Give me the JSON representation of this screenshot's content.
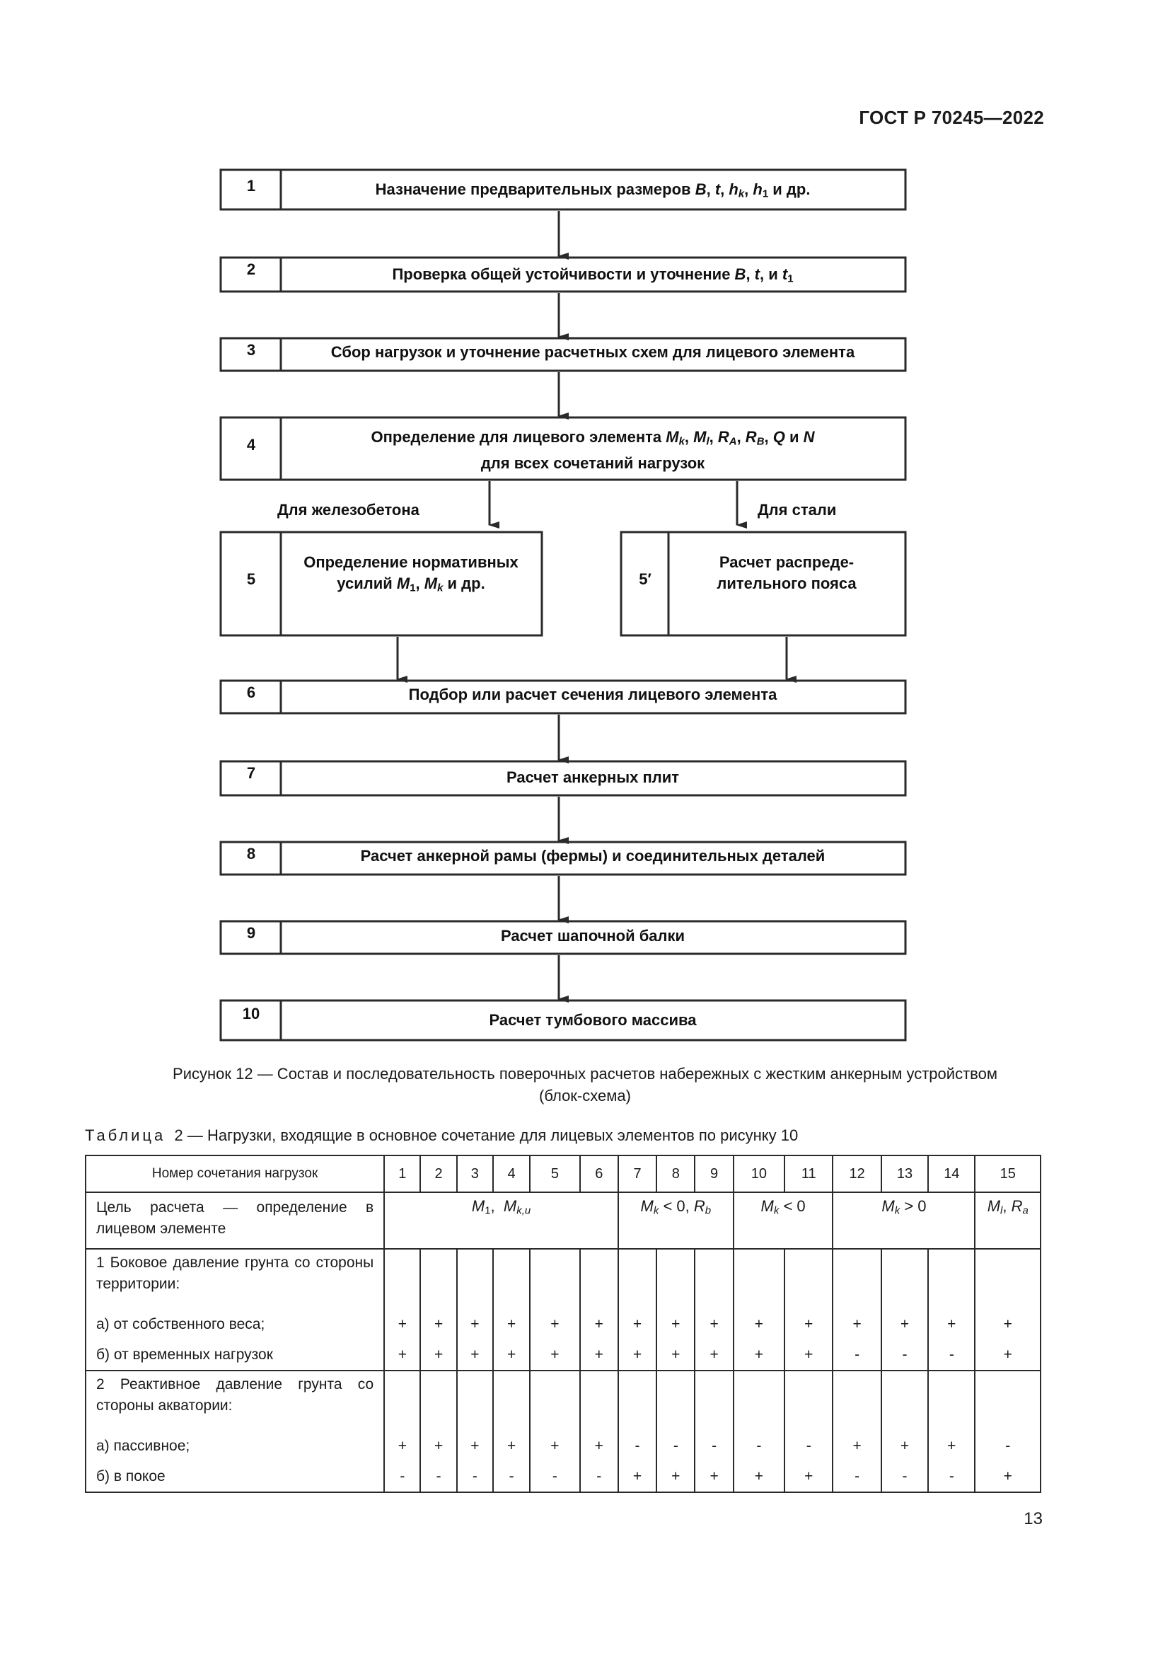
{
  "header": {
    "doc_id": "ГОСТ Р 70245—2022"
  },
  "flowchart": {
    "boxes": [
      {
        "num": "1",
        "text_html": "Назначение предварительных размеров <i>B</i>, <i>t</i>, <i>h<sub>k</sub></i>, <i>h</i><sub>1</sub> и др."
      },
      {
        "num": "2",
        "text_html": "Проверка общей устойчивости и уточнение <i>B</i>, <i>t</i>, и <i>t</i><sub>1</sub>"
      },
      {
        "num": "3",
        "text_html": "Сбор нагрузок и уточнение расчетных схем для лицевого элемента"
      },
      {
        "num": "4",
        "text_html": "Определение для лицевого элемента <i>M<sub>k</sub></i>, <i>M<sub>l</sub></i>, <i>R<sub>A</sub></i>, <i>R<sub>B</sub></i>, <i>Q</i> и <i>N</i><br>для всех сочетаний нагрузок"
      },
      {
        "num": "5",
        "text_html": "Определение нормативных<br>усилий <i>M</i><sub>1</sub>, <i>M<sub>k</sub></i> и др."
      },
      {
        "num": "5′",
        "text_html": "Расчет распреде-<br>лительного пояса"
      },
      {
        "num": "6",
        "text_html": "Подбор или расчет сечения лицевого элемента"
      },
      {
        "num": "7",
        "text_html": "Расчет анкерных плит"
      },
      {
        "num": "8",
        "text_html": "Расчет анкерной рамы (фермы) и соединительных деталей"
      },
      {
        "num": "9",
        "text_html": "Расчет шапочной балки"
      },
      {
        "num": "10",
        "text_html": "Расчет тумбового массива"
      }
    ],
    "branch_left": "Для железобетона",
    "branch_right": "Для стали"
  },
  "caption": {
    "line1": "Рисунок 12 — Состав и последовательность поверочных расчетов набережных с жестким анкерным устройством",
    "line2": "(блок-схема)"
  },
  "table": {
    "title_word": "Таблица",
    "title_rest": "2 — Нагрузки, входящие в основное сочетание для лицевых элементов по рисунку 10",
    "header_label": "Номер сочетания нагрузок",
    "columns": [
      "1",
      "2",
      "3",
      "4",
      "5",
      "6",
      "7",
      "8",
      "9",
      "10",
      "11",
      "12",
      "13",
      "14",
      "15"
    ],
    "purpose_label": "Цель расчета — определение в лицевом элементе",
    "purpose_groups": [
      {
        "span": 6,
        "html": "<i>M</i><sub>1</sub>,&nbsp; <i>M<sub>k,u</sub></i>"
      },
      {
        "span": 3,
        "html": "<i>M<sub>k</sub></i> &lt; 0, <i>R<sub>b</sub></i>"
      },
      {
        "span": 2,
        "html": "<i>M<sub>k</sub></i> &lt; 0"
      },
      {
        "span": 3,
        "html": "<i>M<sub>k</sub></i> &gt; 0"
      },
      {
        "span": 1,
        "html": "<i>M<sub>l</sub></i>, <i>R<sub>a</sub></i>"
      }
    ],
    "groups": [
      {
        "label": "1 Боковое давление грунта со стороны территории:",
        "rows": [
          {
            "label": "а) от собственного веса;",
            "values": [
              "+",
              "+",
              "+",
              "+",
              "+",
              "+",
              "+",
              "+",
              "+",
              "+",
              "+",
              "+",
              "+",
              "+",
              "+"
            ]
          },
          {
            "label": "б) от временных нагрузок",
            "values": [
              "+",
              "+",
              "+",
              "+",
              "+",
              "+",
              "+",
              "+",
              "+",
              "+",
              "+",
              "-",
              "-",
              "-",
              "+"
            ]
          }
        ]
      },
      {
        "label": "2 Реактивное давление грунта со стороны акватории:",
        "rows": [
          {
            "label": "а) пассивное;",
            "values": [
              "+",
              "+",
              "+",
              "+",
              "+",
              "+",
              "-",
              "-",
              "-",
              "-",
              "-",
              "+",
              "+",
              "+",
              "-"
            ]
          },
          {
            "label": "б) в покое",
            "values": [
              "-",
              "-",
              "-",
              "-",
              "-",
              "-",
              "+",
              "+",
              "+",
              "+",
              "+",
              "-",
              "-",
              "-",
              "+"
            ]
          }
        ]
      }
    ]
  },
  "page_number": "13"
}
